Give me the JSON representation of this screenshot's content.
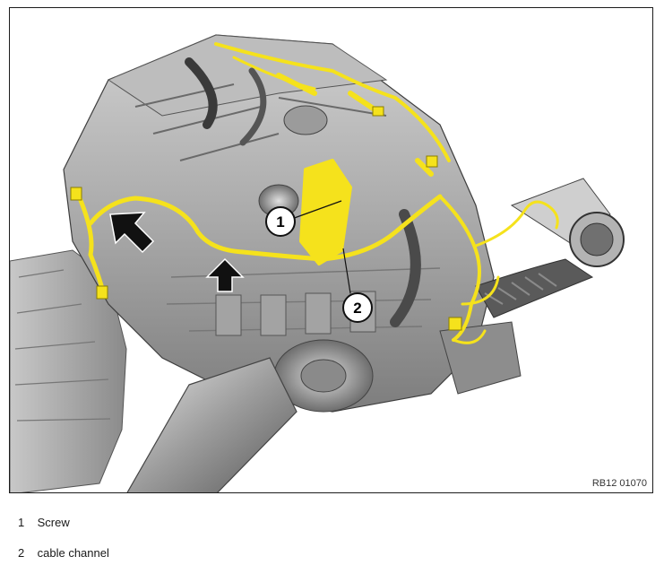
{
  "figure": {
    "reference_code": "RB12 01070",
    "callouts": [
      {
        "number": "1"
      },
      {
        "number": "2"
      }
    ]
  },
  "legend": {
    "items": [
      {
        "number": "1",
        "label": "Screw"
      },
      {
        "number": "2",
        "label": "cable channel"
      }
    ]
  },
  "colors": {
    "harness": "#f5e21c",
    "engine_light": "#d6d6d6",
    "engine_mid": "#9a9a9a",
    "engine_dark": "#4a4a4a",
    "arrow": "#111111"
  }
}
